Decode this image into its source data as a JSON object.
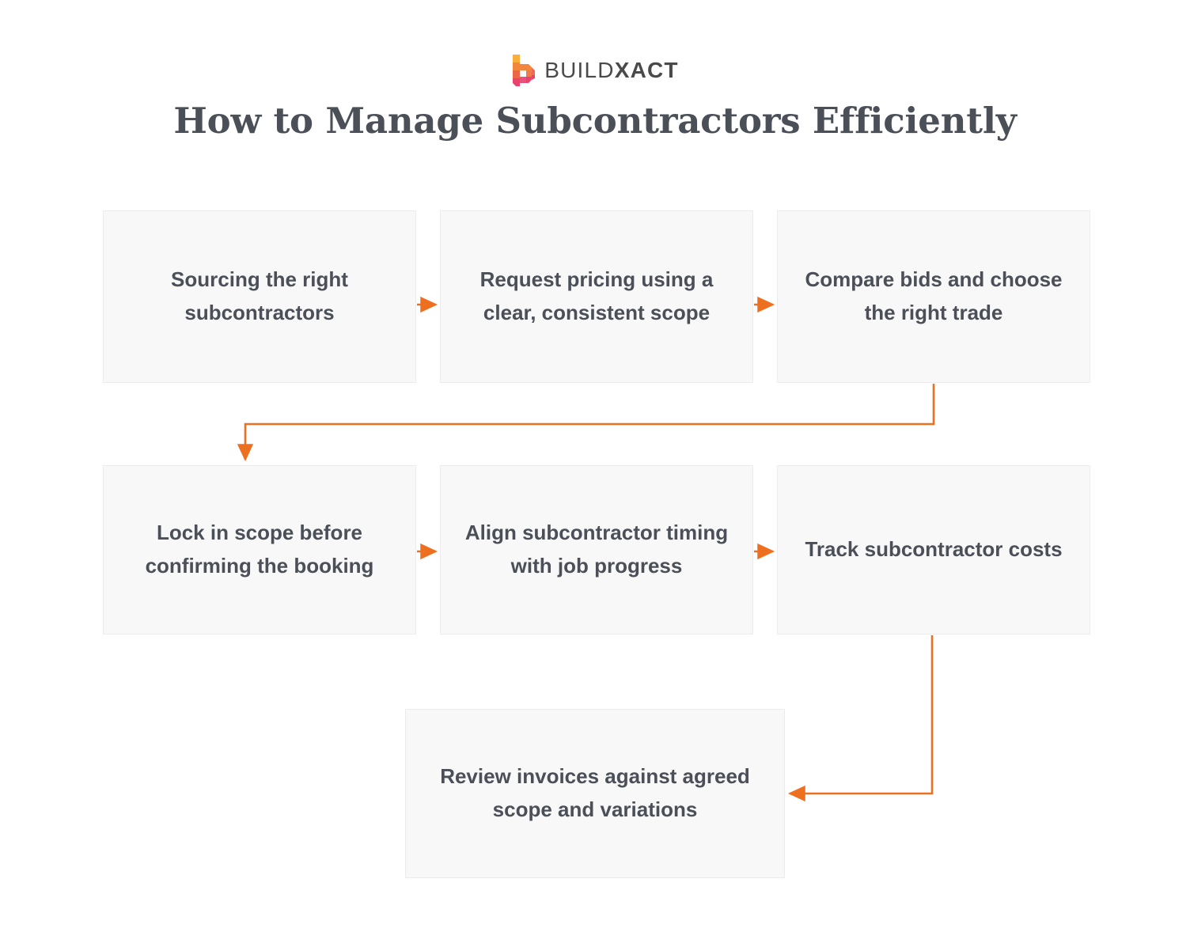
{
  "brand": {
    "logo_icon": "buildxact-b-logo-icon",
    "wordmark_light": "BUILD",
    "wordmark_bold": "XACT",
    "logo_colors": [
      "#F7A83C",
      "#F2863C",
      "#EE6B4E",
      "#E8556E",
      "#E9507B"
    ],
    "wordmark_color": "#4a4a4a"
  },
  "title": "How to Manage Subcontractors Efficiently",
  "colors": {
    "accent": "#ED7020",
    "box_fill": "#f8f8f8",
    "box_border": "#ececec",
    "text": "#4a4f58",
    "background": "#ffffff"
  },
  "chart_data": {
    "type": "diagram",
    "title": "How to Manage Subcontractors Efficiently",
    "layout": "flowchart, 3 rows left-to-right serpentine",
    "nodes": [
      {
        "id": 0,
        "label": "Sourcing the right subcontractors",
        "row": 1,
        "col": 1
      },
      {
        "id": 1,
        "label": "Request pricing using a clear, consistent scope",
        "row": 1,
        "col": 2
      },
      {
        "id": 2,
        "label": "Compare bids and choose the right trade",
        "row": 1,
        "col": 3
      },
      {
        "id": 3,
        "label": "Lock in scope before confirming the booking",
        "row": 2,
        "col": 1
      },
      {
        "id": 4,
        "label": "Align subcontractor timing with job progress",
        "row": 2,
        "col": 2
      },
      {
        "id": 5,
        "label": "Track subcontractor costs",
        "row": 2,
        "col": 3
      },
      {
        "id": 6,
        "label": "Review invoices against agreed scope and variations",
        "row": 3,
        "col": 2
      }
    ],
    "edges": [
      {
        "from": 0,
        "to": 1,
        "kind": "straight-right"
      },
      {
        "from": 1,
        "to": 2,
        "kind": "straight-right"
      },
      {
        "from": 2,
        "to": 3,
        "kind": "elbow-down-left-down"
      },
      {
        "from": 3,
        "to": 4,
        "kind": "straight-right"
      },
      {
        "from": 4,
        "to": 5,
        "kind": "straight-right"
      },
      {
        "from": 5,
        "to": 6,
        "kind": "elbow-down-left"
      }
    ],
    "edge_color": "#ED7020"
  },
  "flow": {
    "nodes": [
      {
        "label": "Sourcing the right subcontractors"
      },
      {
        "label": "Request pricing using a clear, consistent scope"
      },
      {
        "label": "Compare bids and choose the right trade"
      },
      {
        "label": "Lock in scope before confirming the booking"
      },
      {
        "label": "Align subcontractor timing with job progress"
      },
      {
        "label": "Track subcontractor costs"
      },
      {
        "label": "Review invoices against agreed scope and variations"
      }
    ]
  }
}
